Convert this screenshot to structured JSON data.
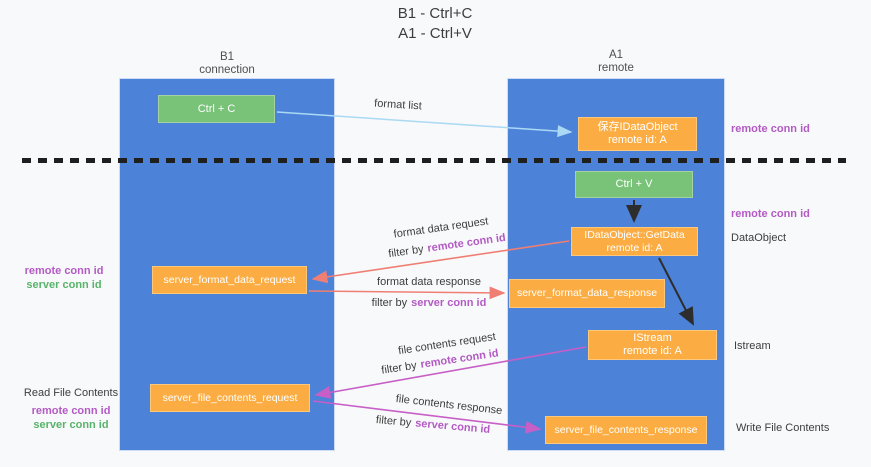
{
  "title": {
    "line1": "B1 - Ctrl+C",
    "line2": "A1 - Ctrl+V"
  },
  "lanes": {
    "left": {
      "title": "B1",
      "subtitle": "connection"
    },
    "right": {
      "title": "A1",
      "subtitle": "remote"
    }
  },
  "nodes": {
    "ctrl_c": {
      "label": "Ctrl + C"
    },
    "save_idataobject": {
      "line1": "保存IDataObject",
      "line2": "remote id: A"
    },
    "ctrl_v": {
      "label": "Ctrl + V"
    },
    "getdata": {
      "line1": "IDataObject::GetData",
      "line2": "remote id: A"
    },
    "server_format_data_request": {
      "label": "server_format_data_request"
    },
    "server_format_data_response": {
      "label": "server_format_data_response"
    },
    "istream": {
      "line1": "IStream",
      "line2": "remote id: A"
    },
    "server_file_contents_request": {
      "label": "server_file_contents_request"
    },
    "server_file_contents_response": {
      "label": "server_file_contents_response"
    }
  },
  "edges": {
    "format_list": "format list",
    "format_data_request": "format data request",
    "format_data_response": "format data response",
    "file_contents_request": "file contents request",
    "file_contents_response": "file contents response",
    "filter_by": "filter by",
    "remote_conn_id": "remote conn id",
    "server_conn_id": "server conn id"
  },
  "side_labels": {
    "remote_conn_id_top": "remote conn id",
    "remote_conn_id_dataobject": "remote conn id",
    "dataobject": "DataObject",
    "istream": "Istream",
    "write_file_contents": "Write File Contents",
    "read_file_contents": "Read File Contents",
    "left_remote_conn_id": "remote conn id",
    "left_server_conn_id": "server conn id",
    "bottom_remote_conn_id": "remote conn id",
    "bottom_server_conn_id": "server conn id"
  },
  "colors": {
    "lane_blue": "#4d82d9",
    "node_orange": "#fbad44",
    "node_green": "#78c378",
    "arrow_salmon": "#ef7f74",
    "arrow_magenta": "#c75fc7",
    "arrow_light_blue": "#aad9f4",
    "arrow_black": "#2d2d2d",
    "text_purple": "#b35ac4",
    "text_green": "#57b36a"
  }
}
